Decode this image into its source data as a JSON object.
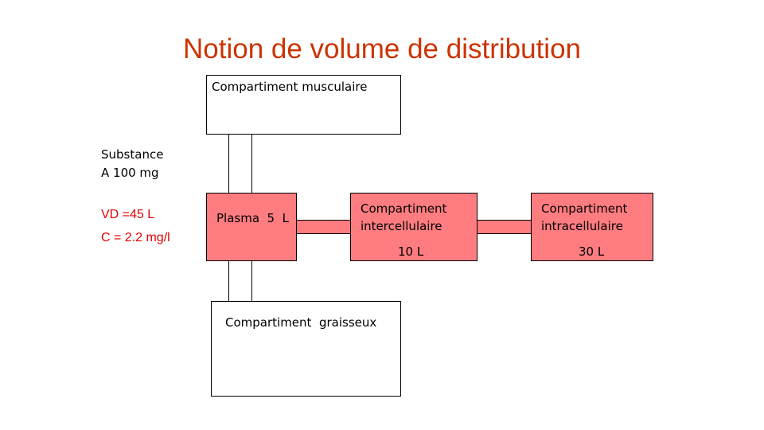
{
  "title": "Notion de volume de distribution",
  "substance": {
    "name": "Substance",
    "amount": "A 100 mg"
  },
  "vd": "VD =45 L",
  "concentration": "C = 2.2 mg/l",
  "compartments": {
    "musculaire": {
      "label": "Compartiment musculaire"
    },
    "plasma": {
      "label": "Plasma  5  L"
    },
    "intercellulaire": {
      "label": "Compartiment\nintercellulaire",
      "volume": "10 L"
    },
    "intracellulaire": {
      "label": "Compartiment\nintracellulaire",
      "volume": "30 L"
    },
    "graisseux": {
      "label": "Compartiment  graisseux"
    }
  },
  "colors": {
    "title": "#cc3300",
    "highlight_fill": "#ff7c80",
    "result_text": "#e00000"
  }
}
